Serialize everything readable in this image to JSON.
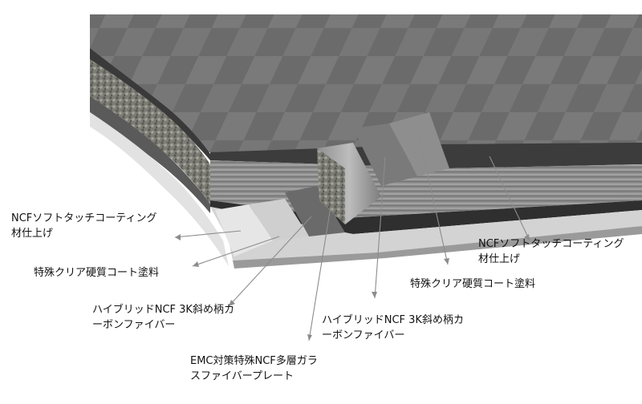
{
  "labels": {
    "ncf_soft_left": [
      "NCFソフトタッチコーティング",
      "材仕上げ"
    ],
    "clear_coat_left": [
      "特殊クリア硬質コート塗料"
    ],
    "hybrid_left": [
      "ハイブリッドNCF 3K斜め柄カ",
      "ーボンファイバー"
    ],
    "emc_plate": [
      "EMC対策特殊NCF多層ガラ",
      "スファイバープレート"
    ],
    "hybrid_right": [
      "ハイブリッドNCF 3K斜め柄カ",
      "ーボンファイバー"
    ],
    "clear_coat_right": [
      "特殊クリア硬質コート塗料"
    ],
    "ncf_soft_right": [
      "NCFソフトタッチコーティング",
      "材仕上げ"
    ]
  },
  "colors": {
    "top_surface": "#6e6e6e",
    "top_surface_light": "#8a8a8a",
    "foam_core": "#7a7a72",
    "fiber_layer": "#9a9a9a",
    "glass_plate": "#d9d9d9",
    "edge_dark": "#2f2f2f",
    "leader_line": "#8c8c8c"
  }
}
